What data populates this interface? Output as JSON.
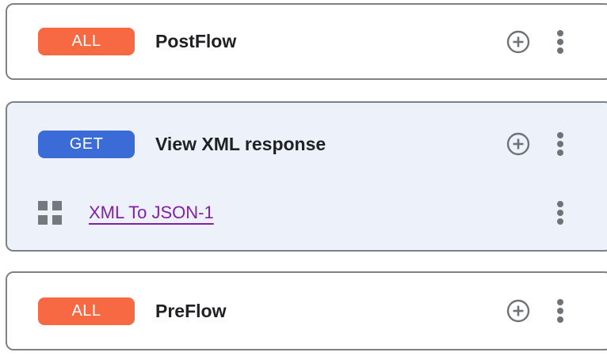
{
  "colors": {
    "all_badge": "#F76942",
    "get_badge": "#3B6BD6",
    "policy_link": "#8221A8",
    "selected_card_bg": "#EDF1FA",
    "card_border": "#7E8287",
    "icon_gray": "#6F7377",
    "title_text": "#202124"
  },
  "icons": {
    "add": "plus-circle-icon",
    "menu": "kebab-vertical-dots-icon",
    "policy": "grid-2x2-squares-icon"
  },
  "cards": [
    {
      "method_badge": "ALL",
      "title": "PostFlow"
    },
    {
      "method_badge": "GET",
      "title": "View XML response",
      "policies": [
        {
          "name": "XML To JSON-1"
        }
      ]
    },
    {
      "method_badge": "ALL",
      "title": "PreFlow"
    }
  ]
}
